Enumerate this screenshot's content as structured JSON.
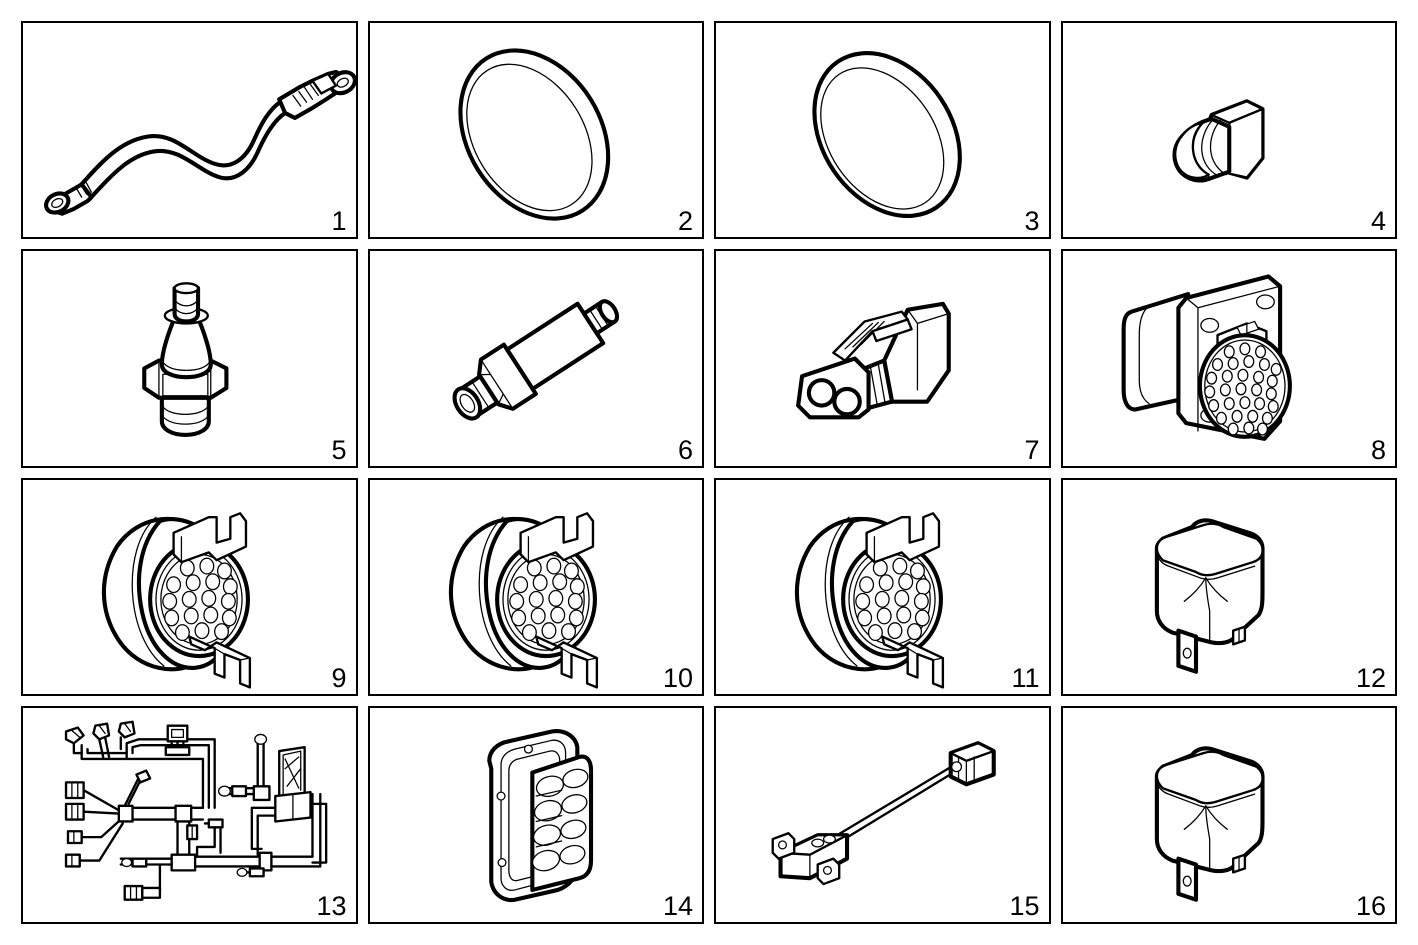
{
  "document": {
    "type": "technical-parts-catalog-illustration",
    "layout": "4x4 grid of numbered line-art panels",
    "columns": 4,
    "rows": 4,
    "total_items": 16,
    "line_color": "#000000",
    "background_color": "#ffffff"
  },
  "panels": [
    {
      "number": "1",
      "part_name": "battery-ground-cable",
      "description": "Flexible battery cable with crimped terminal eyelets at both ends"
    },
    {
      "number": "2",
      "part_name": "o-ring-seal-large",
      "description": "Large elliptical O-ring gasket shown in perspective"
    },
    {
      "number": "3",
      "part_name": "o-ring-seal-small",
      "description": "Elliptical O-ring gasket shown in perspective"
    },
    {
      "number": "4",
      "part_name": "hex-head-threaded-plug",
      "description": "Hexagonal head threaded plug / screw fitting"
    },
    {
      "number": "5",
      "part_name": "oil-pressure-switch",
      "description": "Conical oil pressure sender with hex body and threaded base"
    },
    {
      "number": "6",
      "part_name": "pressure-sensor-switch",
      "description": "Cylindrical pressure switch with hex fitting and threaded port"
    },
    {
      "number": "7",
      "part_name": "two-pin-connector-housing",
      "description": "Two-way sealed electrical connector housing with locking tab"
    },
    {
      "number": "8",
      "part_name": "flange-mount-multipin-connector",
      "description": "Square flange bulkhead connector with 31-pin circular insert and four mounting holes"
    },
    {
      "number": "9",
      "part_name": "circular-multipin-connector-a",
      "description": "Round 19-pin connector with upper and lower latch tabs"
    },
    {
      "number": "10",
      "part_name": "circular-multipin-connector-b",
      "description": "Round 19-pin connector with upper and lower latch tabs"
    },
    {
      "number": "11",
      "part_name": "circular-multipin-connector-c",
      "description": "Round 19-pin connector with upper and lower latch tabs"
    },
    {
      "number": "12",
      "part_name": "cube-relay-a",
      "description": "Cube automotive relay with mounting bracket and blade terminals"
    },
    {
      "number": "13",
      "part_name": "engine-wiring-harness",
      "description": "Engine wiring harness assembly with branches, connectors and ground eyelets"
    },
    {
      "number": "14",
      "part_name": "bulkhead-grommet-connector",
      "description": "Rectangular bulkhead pass-through grommet with multiple cable holes"
    },
    {
      "number": "15",
      "part_name": "sensor-with-lead-and-connector",
      "description": "Bracket-mounted sensor with cable lead terminating in a connector block"
    },
    {
      "number": "16",
      "part_name": "cube-relay-b",
      "description": "Cube automotive relay with mounting bracket and blade terminals"
    }
  ]
}
